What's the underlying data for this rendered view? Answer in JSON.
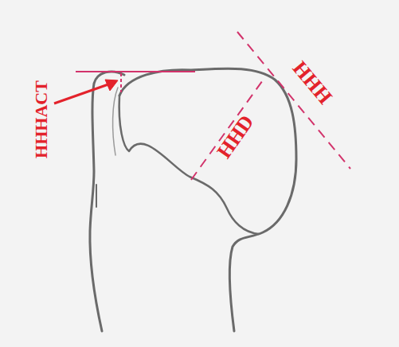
{
  "diagram": {
    "labels": [
      "HHHACT",
      "HHD",
      "HHH"
    ]
  }
}
